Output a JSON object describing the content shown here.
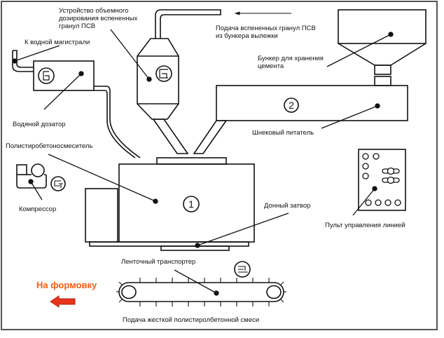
{
  "labels": {
    "dosing_device": "Устройство объемного дозирования вспененных гранул ПСВ",
    "dosing_device_lines": [
      "Устройство объемного",
      "дозирования вспененных",
      "гранул ПСВ"
    ],
    "granule_feed_lines": [
      "Подача вспененных гранул ПСВ",
      "из бункера вылежки"
    ],
    "water_main": "К водной магистрали",
    "cement_bunker_lines": [
      "Бункер для хранения",
      "цемента"
    ],
    "water_dispenser": "Водяной дозатор",
    "screw_feeder": "Шнековый питатель",
    "mixer": "Полистиробетоносмеситель",
    "compressor": "Компрессор",
    "bottom_gate": "Донный затвор",
    "control_panel": "Пульт управления линией",
    "belt_conveyor": "Ленточный транспортер",
    "to_molding": "На формовку",
    "mix_feed": "Подача жесткой полистиролбетонной смеси"
  },
  "markers": {
    "mixer": "1",
    "screw_feeder": "2"
  },
  "colors": {
    "line": "#111111",
    "accent": "#f25c14",
    "arrow_fill": "#e8341c",
    "frame": "#555555"
  }
}
